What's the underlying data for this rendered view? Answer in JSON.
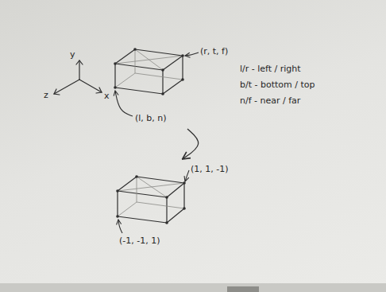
{
  "diagram": {
    "nodes": [
      {
        "text": [
          "(r, t, f)",
          "(l, b, n)"
        ]
      },
      {
        "text": [
          "(1, 1, -1)",
          "(-1, -1, 1)"
        ]
      }
    ],
    "edges": [
      {
        "from": 0,
        "to": 1,
        "arrow": "to"
      }
    ],
    "labels": [
      "y",
      "z",
      "x",
      "l/r - left / right",
      "b/t - bottom / top",
      "n/f - near / far"
    ]
  }
}
